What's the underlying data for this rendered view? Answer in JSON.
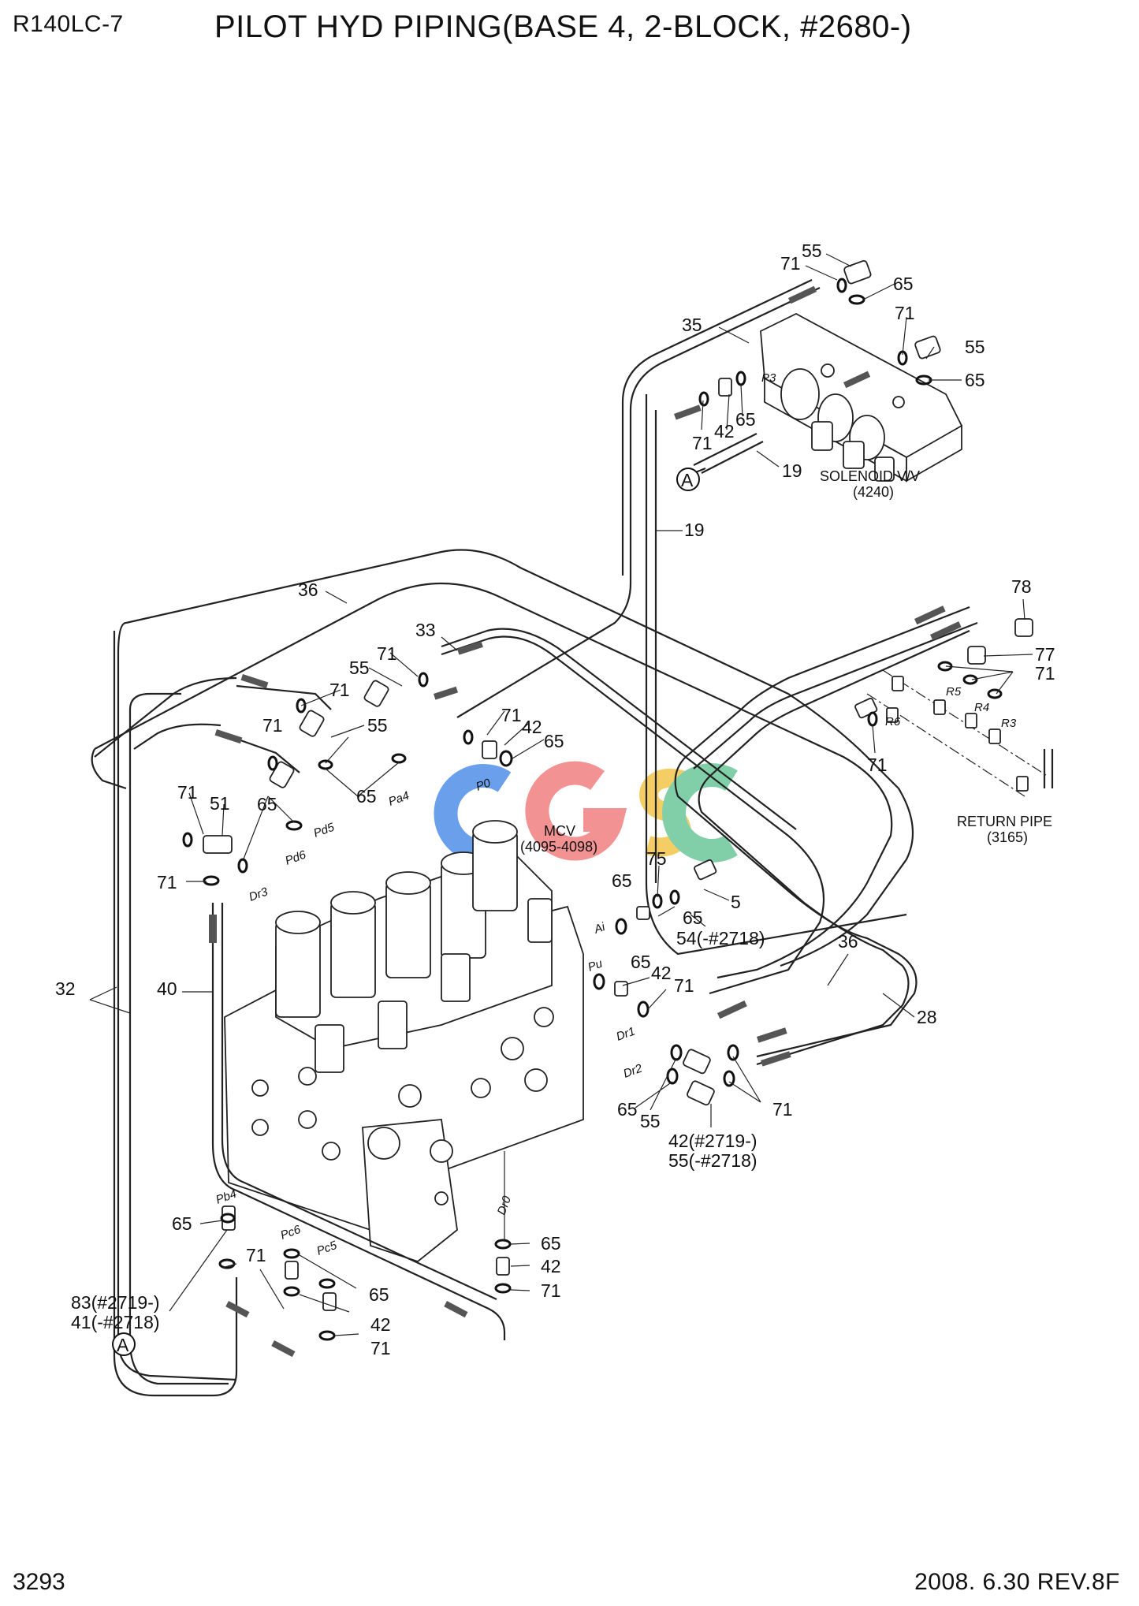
{
  "header": {
    "model": "R140LC-7",
    "title": "PILOT HYD PIPING(BASE 4, 2-BLOCK, #2680-)"
  },
  "footer": {
    "page_number": "3293",
    "revision": "2008. 6.30  REV.8F"
  },
  "watermark": {
    "text": "CGSC",
    "colors": [
      "#4f8fe8",
      "#f07f7f",
      "#f3c64a",
      "#6cc79a"
    ]
  },
  "assemblies": {
    "solenoid_valve": {
      "name": "SOLENOID V/V",
      "ref": "(4240)"
    },
    "mcv": {
      "name": "MCV",
      "ref": "(4095-4098)"
    },
    "return_pipe": {
      "name": "RETURN PIPE",
      "ref": "(3165)"
    }
  },
  "connector_marker": "A",
  "callouts": {
    "c01": "55",
    "c02": "71",
    "c03": "65",
    "c04": "35",
    "c05": "71",
    "c06": "55",
    "c07": "65",
    "c08": "71",
    "c09": "42",
    "c10": "65",
    "c11": "19",
    "c12": "19",
    "c13": "36",
    "c14": "78",
    "c15": "77",
    "c16": "71",
    "c17": "33",
    "c18": "71",
    "c19": "55",
    "c20": "71",
    "c21": "55",
    "c22": "71",
    "c23": "71",
    "c24": "42",
    "c25": "65",
    "c26": "65",
    "c27": "71",
    "c28": "51",
    "c29": "65",
    "c30": "71",
    "c31": "71",
    "c32": "75",
    "c33": "65",
    "c34": "5",
    "c35": "65",
    "c36": "54(-#2718)",
    "c37": "36",
    "c38": "32",
    "c39": "40",
    "c40": "65",
    "c41": "42",
    "c42": "71",
    "c43": "28",
    "c44": "65",
    "c45": "55",
    "c46": "71",
    "c47": "42(#2719-)",
    "c48": "55(-#2718)",
    "c49": "65",
    "c50": "71",
    "c51": "65",
    "c52": "42",
    "c53": "71",
    "c54": "65",
    "c55": "42",
    "c56": "71",
    "c57": "83(#2719-)",
    "c58": "41(-#2718)"
  },
  "ports": {
    "p01": "P3",
    "p02": "P0",
    "p03": "Pa4",
    "p04": "Pd5",
    "p05": "Pd6",
    "p06": "Dr3",
    "p07": "Ai",
    "p08": "Pu",
    "p09": "Dr1",
    "p10": "Dr2",
    "p11": "Pb4",
    "p12": "Pc6",
    "p13": "Pc5",
    "p14": "Dr0",
    "p15": "R5",
    "p16": "R4",
    "p17": "R3",
    "p18": "R6"
  }
}
